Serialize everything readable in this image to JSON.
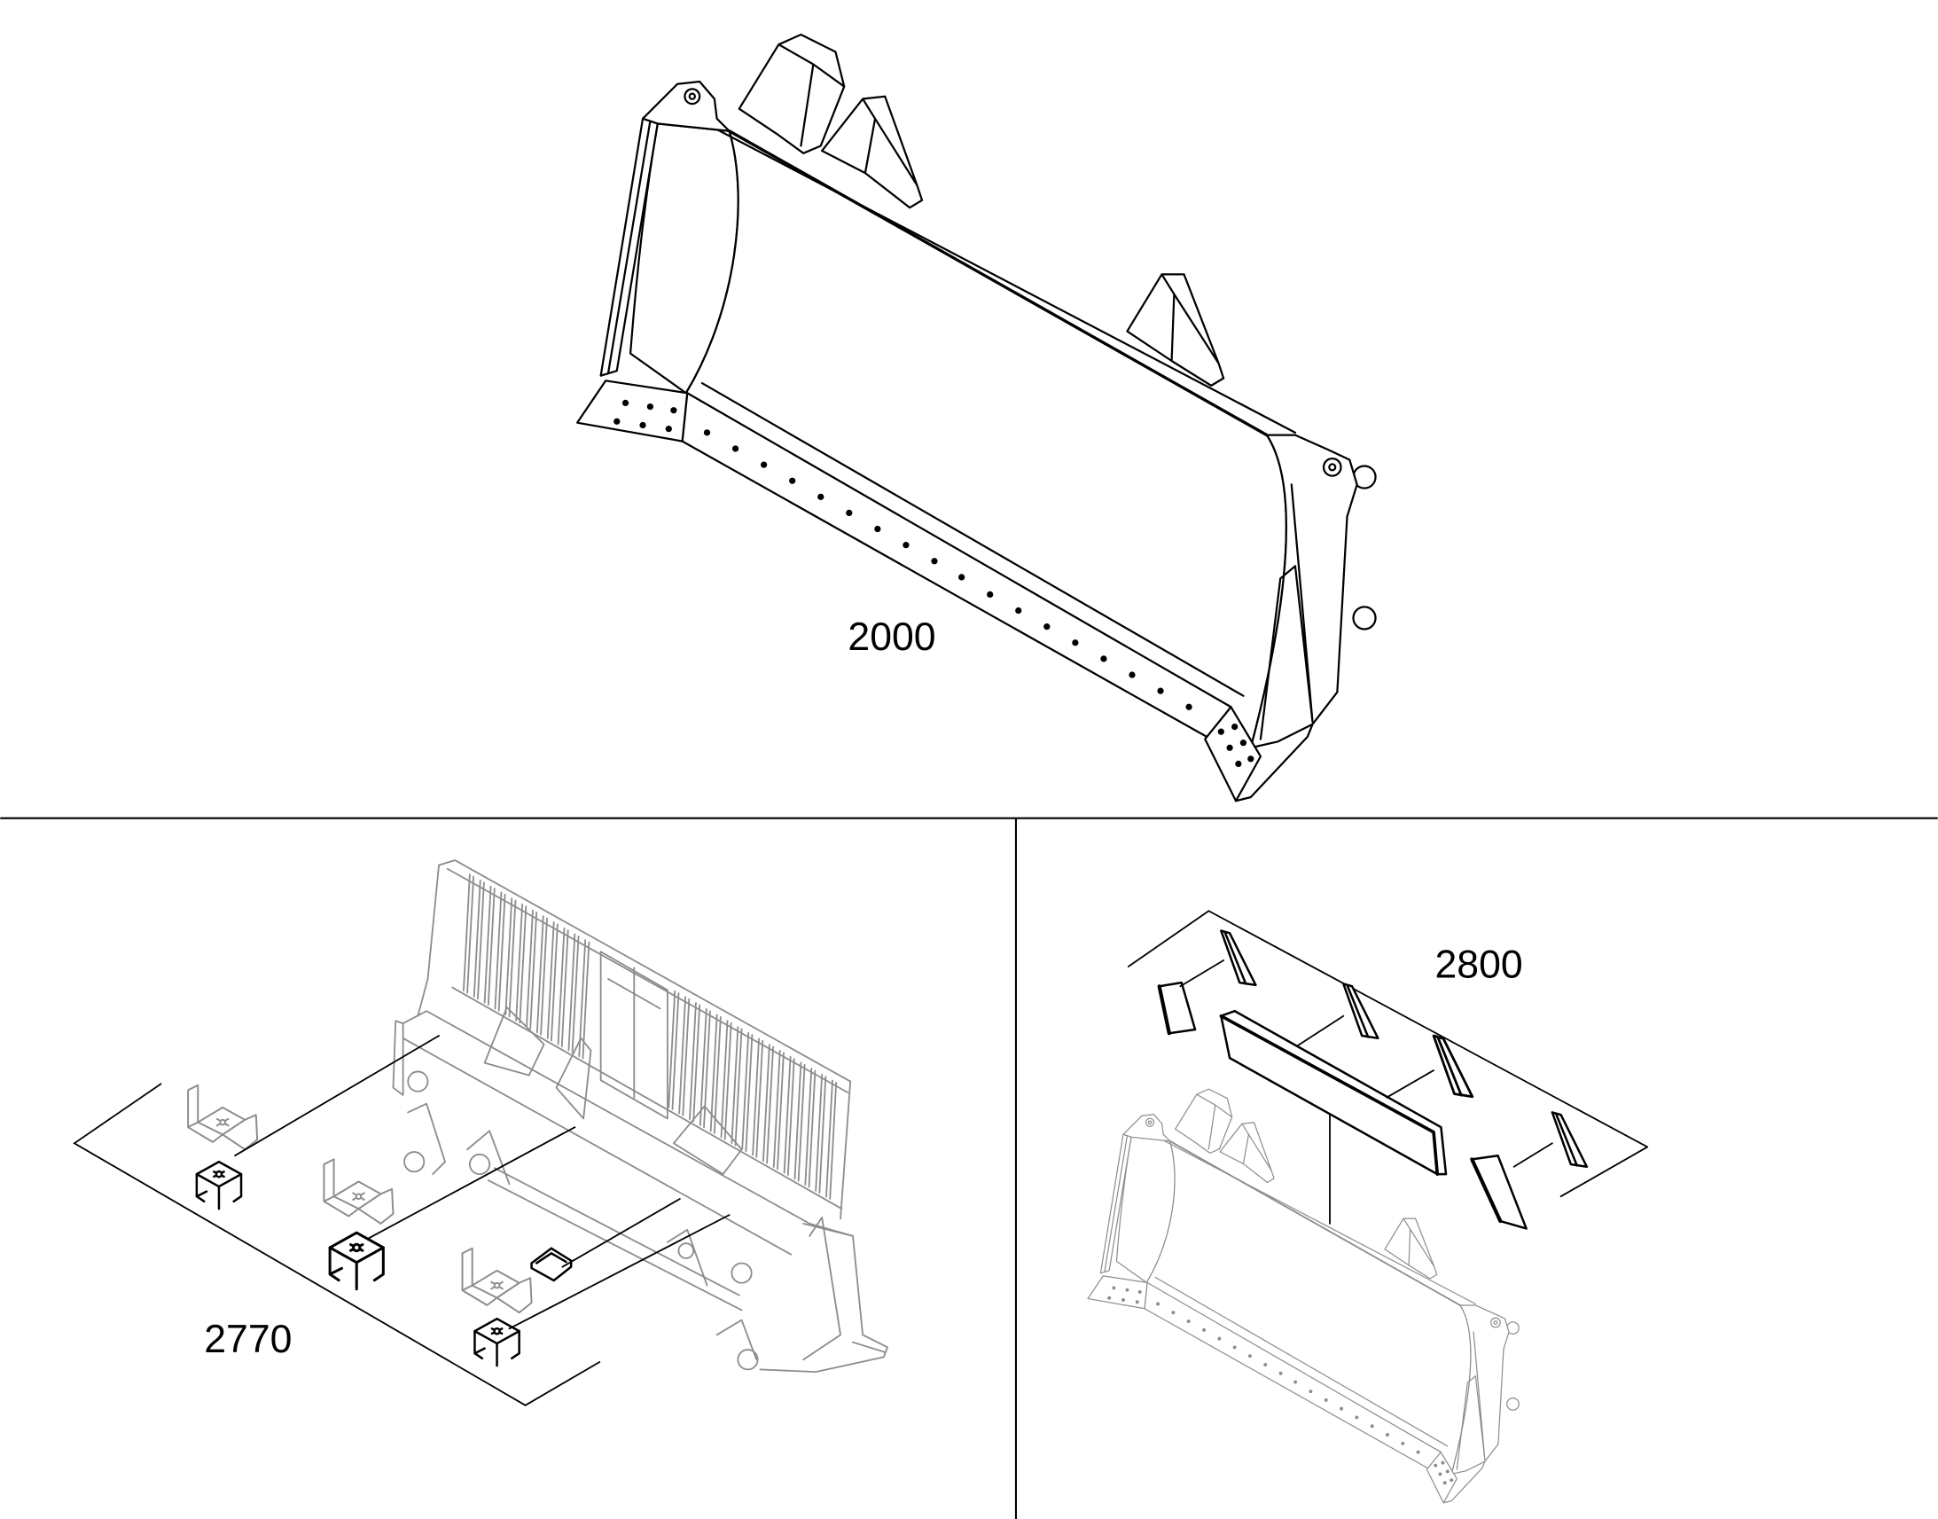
{
  "colors": {
    "background": "#ffffff",
    "drawing_line": "#000000",
    "reference_line": "#8c8c8c",
    "divider": "#000000"
  },
  "panels": {
    "top": {
      "callout": "2000"
    },
    "bottom_left": {
      "callout": "2770"
    },
    "bottom_right": {
      "callout": "2800"
    }
  }
}
